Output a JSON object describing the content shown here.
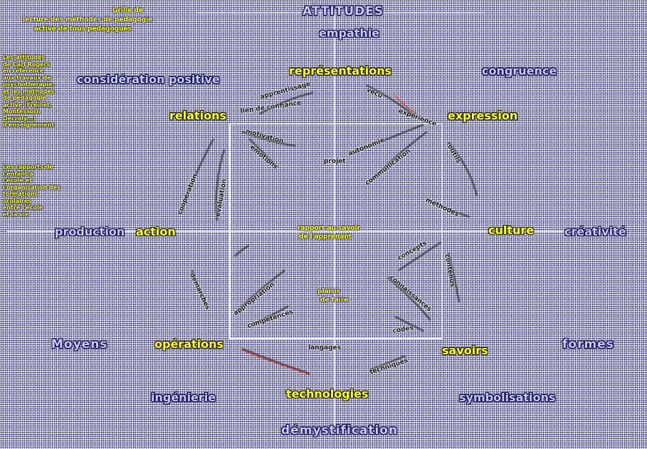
{
  "legend_title": [
    "Grille de",
    "lecture des méthodes de pédagogie",
    "active de tous pédagogues"
  ],
  "outer": {
    "attitudes": "ATTITUDES",
    "moyens": "Moyens",
    "formes": "formes",
    "demystification": "démystification"
  },
  "ring_blue": {
    "empathie": "empathie",
    "consideration": "considération positive",
    "congruence": "congruence",
    "production": "production",
    "creativite": "créativité",
    "ingenierie": "ingénierie",
    "symbolisations": "symbolisations"
  },
  "ring_yellow": {
    "representations": "représentations",
    "relations": "relations",
    "expression": "expression",
    "action": "action",
    "culture": "culture",
    "operations": "opérations",
    "savoirs": "savoirs",
    "technologies": "technologies"
  },
  "side_text_1": [
    "Les attitudes",
    "de Carl Rogers",
    "en référence",
    "aux travaux de",
    "psychothérapie,",
    "et les méthodes",
    "de pédagogie",
    "active (Freinet,",
    "Montessori,",
    "Decroly...)",
    "d'enseignement"
  ],
  "side_text_2": [
    "Les rapports de",
    "l'enfant à",
    "l'école et",
    "l'organisation des",
    "formations",
    "scolaires",
    "entre l'école",
    "et la vie"
  ],
  "center_text": [
    "rapport au savoir",
    "de l'apprenant"
  ],
  "inner_text": [
    "plaisir",
    "de faire"
  ],
  "small_labels": {
    "s1": "lien de confiance",
    "s2": "apprentissage",
    "s3": "vécu",
    "s4": "expérience",
    "s5": "motivation",
    "s6": "émotions",
    "s7": "autonomie",
    "s8": "projet",
    "s9": "communication",
    "s10": "coopération",
    "s11": "évaluation",
    "s12": "outils",
    "s13": "méthodes",
    "s14": "démarches",
    "s15": "appropriation",
    "s16": "compétences",
    "s17": "connaissances",
    "s18": "concepts",
    "s19": "contenus",
    "s20": "codes",
    "s21": "langages",
    "s22": "techniques"
  }
}
